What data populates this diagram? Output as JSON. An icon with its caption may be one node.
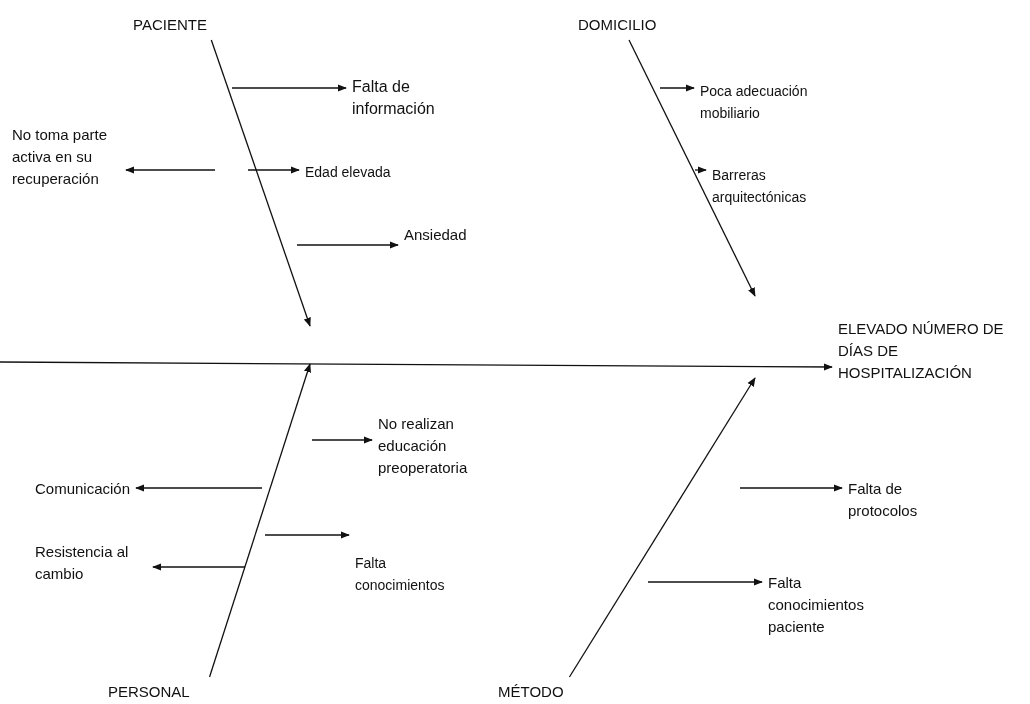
{
  "diagram": {
    "nodes": [
      {
        "text": [
          "PACIENTE"
        ]
      },
      {
        "text": [
          "DOMICILIO"
        ]
      },
      {
        "text": [
          "Falta de información"
        ]
      },
      {
        "text": [
          "Poca adecuación mobiliario"
        ]
      },
      {
        "text": [
          "No toma parte activa en su recuperación"
        ]
      },
      {
        "text": [
          "Edad elevada"
        ]
      },
      {
        "text": [
          "Barreras arquitectónicas"
        ]
      },
      {
        "text": [
          "Ansiedad"
        ]
      },
      {
        "text": [
          "ELEVADO NÚMERO DE DÍAS DE HOSPITALIZACIÓN"
        ]
      },
      {
        "text": [
          "No realizan educación preoperatoria"
        ]
      },
      {
        "text": [
          "Comunicación"
        ]
      },
      {
        "text": [
          "Falta de protocolos"
        ]
      },
      {
        "text": [
          "Resistencia al cambio"
        ]
      },
      {
        "text": [
          "Falta conocimientos"
        ]
      },
      {
        "text": [
          "Falta conocimientos paciente"
        ]
      },
      {
        "text": [
          "PERSONAL"
        ]
      },
      {
        "text": [
          "MÉTODO"
        ]
      }
    ],
    "edges": [
      {
        "from": 0,
        "to": null,
        "arrow": "to"
      },
      {
        "from": 1,
        "to": null,
        "arrow": "to"
      },
      {
        "from": 15,
        "to": null,
        "arrow": "to"
      },
      {
        "from": 16,
        "to": null,
        "arrow": "to"
      },
      {
        "from": null,
        "to": 8,
        "arrow": "to"
      },
      {
        "from": null,
        "to": 2,
        "arrow": "to"
      },
      {
        "from": null,
        "to": 3,
        "arrow": "to"
      },
      {
        "from": null,
        "to": 4,
        "arrow": "to"
      },
      {
        "from": null,
        "to": 5,
        "arrow": "to"
      },
      {
        "from": null,
        "to": 6,
        "arrow": "to"
      },
      {
        "from": null,
        "to": 7,
        "arrow": "to"
      },
      {
        "from": null,
        "to": 9,
        "arrow": "to"
      },
      {
        "from": null,
        "to": 10,
        "arrow": "to"
      },
      {
        "from": null,
        "to": 11,
        "arrow": "to"
      },
      {
        "from": null,
        "to": 12,
        "arrow": "to"
      },
      {
        "from": null,
        "to": 13,
        "arrow": "to"
      },
      {
        "from": null,
        "to": 14,
        "arrow": "to"
      }
    ]
  }
}
